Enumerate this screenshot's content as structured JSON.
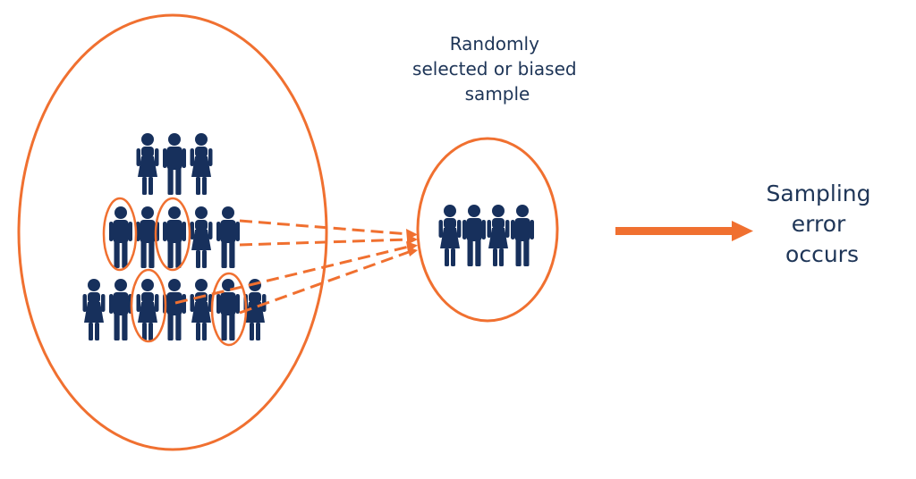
{
  "colors": {
    "accent": "#F07030",
    "figure": "#17305C",
    "text": "#1E3557",
    "background": "#FFFFFF"
  },
  "sample_label": {
    "line1": "Randomly",
    "line2": "selected or biased",
    "line3": "sample"
  },
  "result_label": {
    "line1": "Sampling",
    "line2": "error",
    "line3": "occurs"
  },
  "icons": {
    "population": "people-group-icon",
    "sample": "people-group-icon",
    "result_arrow": "arrow-right-icon"
  }
}
